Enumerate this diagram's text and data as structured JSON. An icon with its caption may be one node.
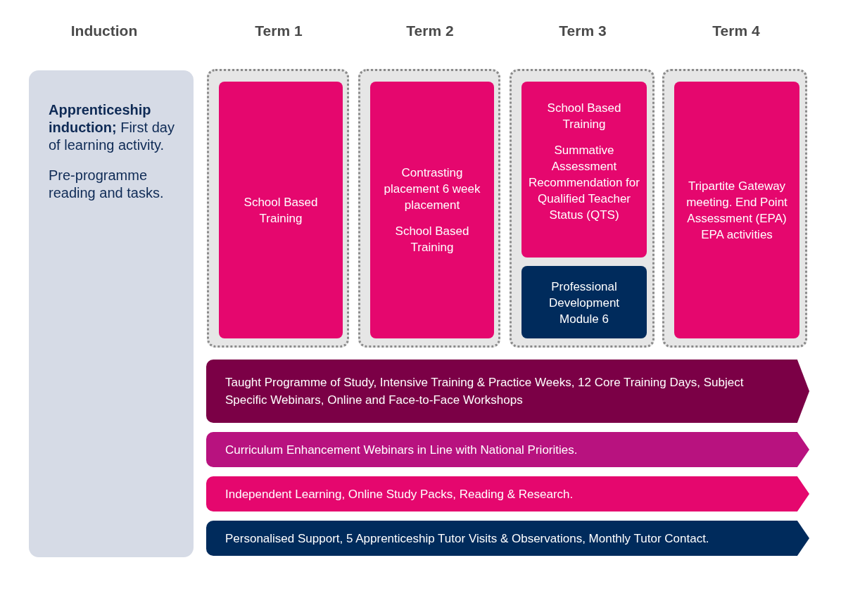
{
  "diagram": {
    "nodes": [
      {
        "text": [
          "**Apprenticeship induction;** First day of learning activity.",
          "Pre-programme reading and tasks."
        ]
      },
      {
        "text": [],
        "shape": "box"
      },
      {
        "text": [
          "School Based Training"
        ],
        "in": 1
      },
      {
        "text": [],
        "shape": "box"
      },
      {
        "text": [
          "Contrasting placement 6 week placement",
          "School Based Training"
        ],
        "in": 3
      },
      {
        "text": [],
        "shape": "box"
      },
      {
        "text": [
          "School Based Training",
          "Summative Assessment Recommendation for Qualified Teacher Status (QTS)"
        ],
        "in": 5
      },
      {
        "text": [
          "Professional Development Module 6"
        ],
        "in": 5
      },
      {
        "text": [],
        "shape": "box"
      },
      {
        "text": [
          "Tripartite Gateway meeting. End Point Assessment (EPA) EPA activities"
        ],
        "in": 8
      },
      {
        "text": [
          "Taught Programme of Study, Intensive Training & Practice Weeks, 12 Core Training Days, Subject Specific Webinars, Online and Face-to-Face Workshops"
        ]
      },
      {
        "text": [
          "Curriculum Enhancement Webinars in Line with National Priorities."
        ]
      },
      {
        "text": [
          "Independent Learning, Online Study Packs, Reading & Research."
        ]
      },
      {
        "text": [
          "Personalised Support, 5 Apprenticeship Tutor Visits & Observations, Monthly Tutor Contact."
        ]
      }
    ],
    "labels": [
      "Induction",
      "Term 1",
      "Term 2",
      "Term 3",
      "Term 4"
    ]
  }
}
